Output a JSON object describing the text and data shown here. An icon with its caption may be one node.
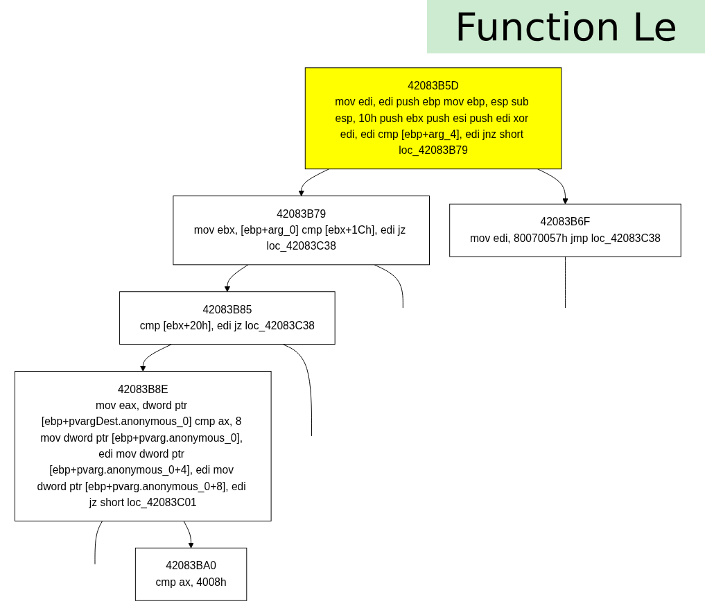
{
  "diagram": {
    "title": "Function Le",
    "nodes": [
      {
        "text": [
          "42083B5D",
          "mov edi, edi push ebp mov ebp, esp sub esp, 10h push ebx push esi push edi xor edi, edi cmp [ebp+arg_4], edi jnz short loc_42083B79"
        ]
      },
      {
        "text": [
          "42083B79",
          "mov ebx, [ebp+arg_0] cmp [ebx+1Ch], edi jz loc_42083C38"
        ]
      },
      {
        "text": [
          "42083B6F",
          "mov edi, 80070057h jmp loc_42083C38"
        ]
      },
      {
        "text": [
          "42083B85",
          "cmp [ebx+20h], edi jz loc_42083C38"
        ]
      },
      {
        "text": [
          "42083B8E",
          "mov eax, dword ptr [ebp+pvargDest.anonymous_0] cmp ax, 8 mov dword ptr [ebp+pvarg.anonymous_0], edi mov dword ptr [ebp+pvarg.anonymous_0+4], edi mov dword ptr [ebp+pvarg.anonymous_0+8], edi jz short loc_42083C01"
        ]
      },
      {
        "text": [
          "42083BA0",
          "cmp ax, 4008h"
        ]
      }
    ],
    "edges": [
      {
        "from": 0,
        "to": 1,
        "arrow": "to"
      },
      {
        "from": 0,
        "to": 2,
        "arrow": "to"
      },
      {
        "from": 1,
        "to": null,
        "arrow": "none"
      },
      {
        "from": 1,
        "to": 3,
        "arrow": "to"
      },
      {
        "from": 2,
        "to": null,
        "arrow": "none"
      },
      {
        "from": 3,
        "to": null,
        "arrow": "none"
      },
      {
        "from": 3,
        "to": 4,
        "arrow": "to"
      },
      {
        "from": 4,
        "to": null,
        "arrow": "none"
      },
      {
        "from": 4,
        "to": 5,
        "arrow": "to"
      }
    ]
  }
}
